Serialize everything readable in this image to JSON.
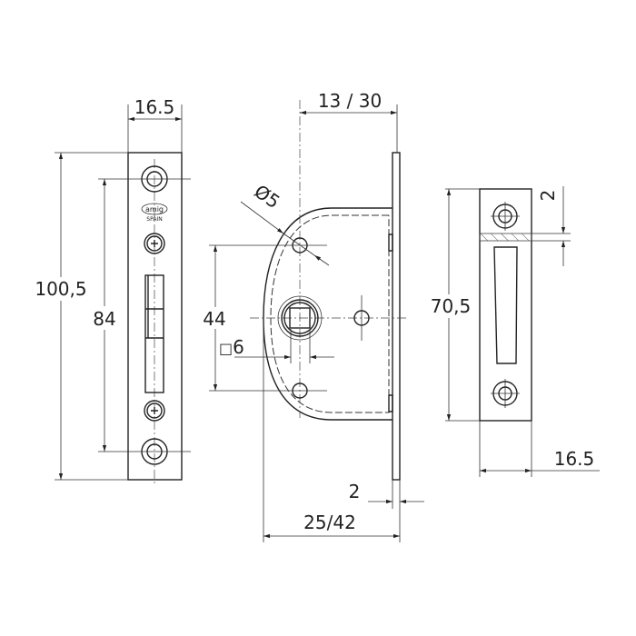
{
  "dimensions": {
    "faceplate_width": "16.5",
    "faceplate_height": "100,5",
    "fixing_hole_spacing": "84",
    "backset_range": "13 / 30",
    "hole_diameter": "Ø5",
    "hole_spacing": "44",
    "spindle_square": "6",
    "spindle_square_symbol": "□",
    "plate_thickness": "2",
    "case_depth": "25/42",
    "strike_height": "70,5",
    "strike_width": "16.5",
    "strike_offset": "2"
  },
  "logo": {
    "brand": "amig",
    "origin": "SPAIN"
  }
}
